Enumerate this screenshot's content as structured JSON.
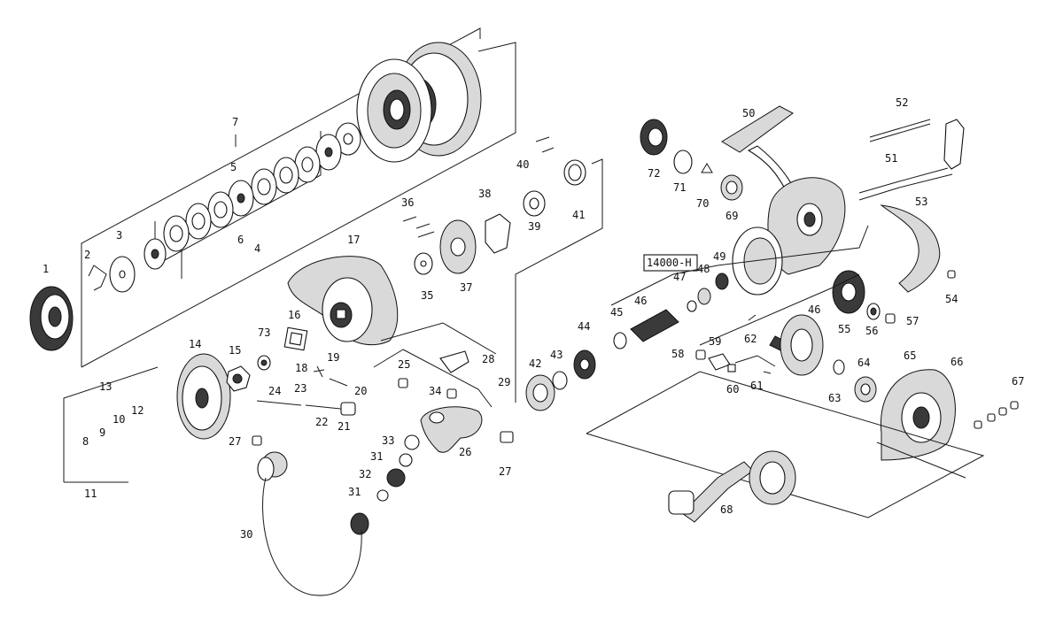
{
  "callouts": {
    "n1": "1",
    "n2": "2",
    "n3": "3",
    "n4": "4",
    "n5": "5",
    "n6": "6",
    "n7": "7",
    "n8": "8",
    "n9": "9",
    "n10": "10",
    "n11": "11",
    "n12": "12",
    "n13": "13",
    "n14": "14",
    "n15": "15",
    "n16": "16",
    "n17": "17",
    "n18": "18",
    "n19": "19",
    "n20": "20",
    "n21": "21",
    "n22": "22",
    "n23": "23",
    "n24": "24",
    "n25": "25",
    "n26": "26",
    "n27a": "27",
    "n27b": "27",
    "n28": "28",
    "n29": "29",
    "n30": "30",
    "n31a": "31",
    "n31b": "31",
    "n32": "32",
    "n33": "33",
    "n34": "34",
    "n35": "35",
    "n36": "36",
    "n37": "37",
    "n38": "38",
    "n39": "39",
    "n40": "40",
    "n41": "41",
    "n42": "42",
    "n43": "43",
    "n44": "44",
    "n45": "45",
    "n46a": "46",
    "n46b": "46",
    "n47": "47",
    "n48": "48",
    "n49": "49",
    "n50": "50",
    "n51": "51",
    "n52": "52",
    "n53": "53",
    "n54": "54",
    "n55": "55",
    "n56": "56",
    "n57": "57",
    "n58": "58",
    "n59": "59",
    "n60": "60",
    "n61": "61",
    "n62": "62",
    "n63": "63",
    "n64": "64",
    "n65": "65",
    "n66": "66",
    "n67": "67",
    "n68": "68",
    "n69": "69",
    "n70": "70",
    "n71": "71",
    "n72": "72",
    "n73": "73"
  },
  "model_box_label": "14000-H"
}
